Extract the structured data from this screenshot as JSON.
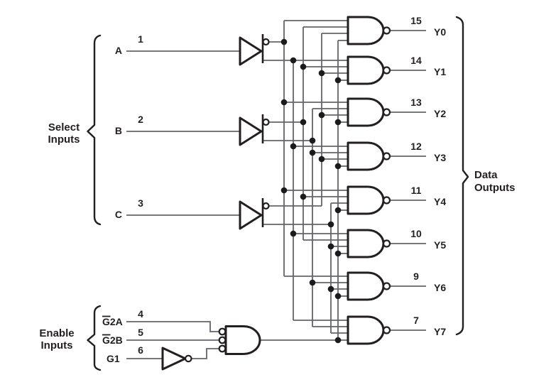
{
  "diagram": {
    "groups": {
      "select": {
        "line1": "Select",
        "line2": "Inputs"
      },
      "enable": {
        "line1": "Enable",
        "line2": "Inputs"
      },
      "data_out": {
        "line1": "Data",
        "line2": "Outputs"
      }
    },
    "select_inputs": [
      {
        "name": "A",
        "pin": "1"
      },
      {
        "name": "B",
        "pin": "2"
      },
      {
        "name": "C",
        "pin": "3"
      }
    ],
    "enable_inputs": [
      {
        "name": "G2A",
        "overbar": true,
        "pin": "4"
      },
      {
        "name": "G2B",
        "overbar": true,
        "pin": "5"
      },
      {
        "name": "G1",
        "overbar": false,
        "pin": "6"
      }
    ],
    "outputs": [
      {
        "name": "Y0",
        "pin": "15",
        "inputs": [
          "nA",
          "nB",
          "nC",
          "EN"
        ]
      },
      {
        "name": "Y1",
        "pin": "14",
        "inputs": [
          "A",
          "nB",
          "nC",
          "EN"
        ]
      },
      {
        "name": "Y2",
        "pin": "13",
        "inputs": [
          "nA",
          "B",
          "nC",
          "EN"
        ]
      },
      {
        "name": "Y3",
        "pin": "12",
        "inputs": [
          "A",
          "B",
          "nC",
          "EN"
        ]
      },
      {
        "name": "Y4",
        "pin": "11",
        "inputs": [
          "nA",
          "nB",
          "C",
          "EN"
        ]
      },
      {
        "name": "Y5",
        "pin": "10",
        "inputs": [
          "A",
          "nB",
          "C",
          "EN"
        ]
      },
      {
        "name": "Y6",
        "pin": "9",
        "inputs": [
          "nA",
          "B",
          "C",
          "EN"
        ]
      },
      {
        "name": "Y7",
        "pin": "7",
        "inputs": [
          "A",
          "B",
          "C",
          "EN"
        ]
      }
    ],
    "colors": {
      "wire": "#63646a",
      "outline": "#231f20",
      "dot": "#1b1b1c",
      "text": "#231f20",
      "background": "#ffffff"
    }
  }
}
